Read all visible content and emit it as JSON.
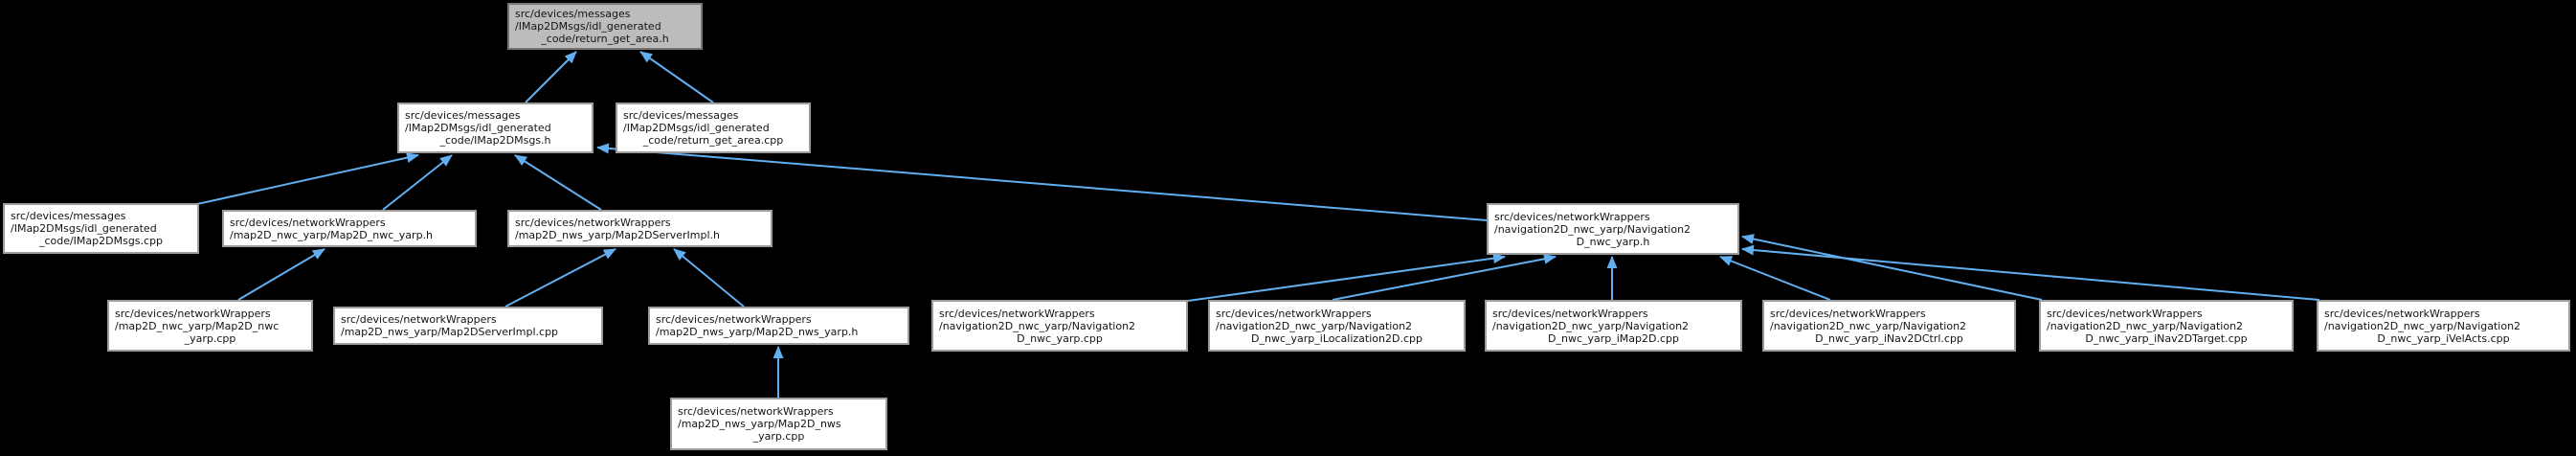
{
  "diagram": {
    "kind": "include-dependency-graph",
    "relation": "includes",
    "colors": {
      "background": "#000000",
      "edge": "#61aff0",
      "node_fill": "#ffffff",
      "node_border": "#9d9d9d",
      "highlight_fill": "#bcbcbc",
      "highlight_border": "#767676",
      "text": "#141414"
    },
    "nodes": [
      {
        "id": "return_get_area_h",
        "highlight": true,
        "path": "src/devices/messages/IMap2DMsgs/idl_generated_code/return_get_area.h",
        "lines": [
          "src/devices/messages",
          "/IMap2DMsgs/idl_generated",
          "_code/return_get_area.h"
        ]
      },
      {
        "id": "imap2dmsgs_h",
        "highlight": false,
        "path": "src/devices/messages/IMap2DMsgs/idl_generated_code/IMap2DMsgs.h",
        "lines": [
          "src/devices/messages",
          "/IMap2DMsgs/idl_generated",
          "_code/IMap2DMsgs.h"
        ]
      },
      {
        "id": "return_get_area_cpp",
        "highlight": false,
        "path": "src/devices/messages/IMap2DMsgs/idl_generated_code/return_get_area.cpp",
        "lines": [
          "src/devices/messages",
          "/IMap2DMsgs/idl_generated",
          "_code/return_get_area.cpp"
        ]
      },
      {
        "id": "imap2dmsgs_cpp",
        "highlight": false,
        "path": "src/devices/messages/IMap2DMsgs/idl_generated_code/IMap2DMsgs.cpp",
        "lines": [
          "src/devices/messages",
          "/IMap2DMsgs/idl_generated",
          "_code/IMap2DMsgs.cpp"
        ]
      },
      {
        "id": "map2d_nwc_yarp_h",
        "highlight": false,
        "path": "src/devices/networkWrappers/map2D_nwc_yarp/Map2D_nwc_yarp.h",
        "lines": [
          "src/devices/networkWrappers",
          "/map2D_nwc_yarp/Map2D_nwc_yarp.h"
        ]
      },
      {
        "id": "map2dserverimpl_h",
        "highlight": false,
        "path": "src/devices/networkWrappers/map2D_nws_yarp/Map2DServerImpl.h",
        "lines": [
          "src/devices/networkWrappers",
          "/map2D_nws_yarp/Map2DServerImpl.h"
        ]
      },
      {
        "id": "navigation2d_nwc_yarp_h",
        "highlight": false,
        "path": "src/devices/networkWrappers/navigation2D_nwc_yarp/Navigation2D_nwc_yarp.h",
        "lines": [
          "src/devices/networkWrappers",
          "/navigation2D_nwc_yarp/Navigation2",
          "D_nwc_yarp.h"
        ]
      },
      {
        "id": "map2d_nwc_yarp_cpp",
        "highlight": false,
        "path": "src/devices/networkWrappers/map2D_nwc_yarp/Map2D_nwc_yarp.cpp",
        "lines": [
          "src/devices/networkWrappers",
          "/map2D_nwc_yarp/Map2D_nwc",
          "_yarp.cpp"
        ]
      },
      {
        "id": "map2dserverimpl_cpp",
        "highlight": false,
        "path": "src/devices/networkWrappers/map2D_nws_yarp/Map2DServerImpl.cpp",
        "lines": [
          "src/devices/networkWrappers",
          "/map2D_nws_yarp/Map2DServerImpl.cpp"
        ]
      },
      {
        "id": "map2d_nws_yarp_h",
        "highlight": false,
        "path": "src/devices/networkWrappers/map2D_nws_yarp/Map2D_nws_yarp.h",
        "lines": [
          "src/devices/networkWrappers",
          "/map2D_nws_yarp/Map2D_nws_yarp.h"
        ]
      },
      {
        "id": "navigation2d_nwc_yarp_cpp",
        "highlight": false,
        "path": "src/devices/networkWrappers/navigation2D_nwc_yarp/Navigation2D_nwc_yarp.cpp",
        "lines": [
          "src/devices/networkWrappers",
          "/navigation2D_nwc_yarp/Navigation2",
          "D_nwc_yarp.cpp"
        ]
      },
      {
        "id": "navigation2d_nwc_yarp_ilocalization2d_cpp",
        "highlight": false,
        "path": "src/devices/networkWrappers/navigation2D_nwc_yarp/Navigation2D_nwc_yarp_iLocalization2D.cpp",
        "lines": [
          "src/devices/networkWrappers",
          "/navigation2D_nwc_yarp/Navigation2",
          "D_nwc_yarp_iLocalization2D.cpp"
        ]
      },
      {
        "id": "navigation2d_nwc_yarp_imap2d_cpp",
        "highlight": false,
        "path": "src/devices/networkWrappers/navigation2D_nwc_yarp/Navigation2D_nwc_yarp_iMap2D.cpp",
        "lines": [
          "src/devices/networkWrappers",
          "/navigation2D_nwc_yarp/Navigation2",
          "D_nwc_yarp_iMap2D.cpp"
        ]
      },
      {
        "id": "navigation2d_nwc_yarp_inav2dctrl_cpp",
        "highlight": false,
        "path": "src/devices/networkWrappers/navigation2D_nwc_yarp/Navigation2D_nwc_yarp_iNav2DCtrl.cpp",
        "lines": [
          "src/devices/networkWrappers",
          "/navigation2D_nwc_yarp/Navigation2",
          "D_nwc_yarp_iNav2DCtrl.cpp"
        ]
      },
      {
        "id": "navigation2d_nwc_yarp_inav2dtarget_cpp",
        "highlight": false,
        "path": "src/devices/networkWrappers/navigation2D_nwc_yarp/Navigation2D_nwc_yarp_iNav2DTarget.cpp",
        "lines": [
          "src/devices/networkWrappers",
          "/navigation2D_nwc_yarp/Navigation2",
          "D_nwc_yarp_iNav2DTarget.cpp"
        ]
      },
      {
        "id": "navigation2d_nwc_yarp_ivelacts_cpp",
        "highlight": false,
        "path": "src/devices/networkWrappers/navigation2D_nwc_yarp/Navigation2D_nwc_yarp_iVelActs.cpp",
        "lines": [
          "src/devices/networkWrappers",
          "/navigation2D_nwc_yarp/Navigation2",
          "D_nwc_yarp_iVelActs.cpp"
        ]
      },
      {
        "id": "map2d_nws_yarp_cpp",
        "highlight": false,
        "path": "src/devices/networkWrappers/map2D_nws_yarp/Map2D_nws_yarp.cpp",
        "lines": [
          "src/devices/networkWrappers",
          "/map2D_nws_yarp/Map2D_nws",
          "_yarp.cpp"
        ]
      }
    ],
    "edges": [
      {
        "from": "imap2dmsgs_h",
        "to": "return_get_area_h"
      },
      {
        "from": "return_get_area_cpp",
        "to": "return_get_area_h"
      },
      {
        "from": "imap2dmsgs_cpp",
        "to": "imap2dmsgs_h"
      },
      {
        "from": "map2d_nwc_yarp_h",
        "to": "imap2dmsgs_h"
      },
      {
        "from": "map2dserverimpl_h",
        "to": "imap2dmsgs_h"
      },
      {
        "from": "navigation2d_nwc_yarp_h",
        "to": "imap2dmsgs_h"
      },
      {
        "from": "map2d_nwc_yarp_cpp",
        "to": "map2d_nwc_yarp_h"
      },
      {
        "from": "map2dserverimpl_cpp",
        "to": "map2dserverimpl_h"
      },
      {
        "from": "map2d_nws_yarp_h",
        "to": "map2dserverimpl_h"
      },
      {
        "from": "map2d_nws_yarp_cpp",
        "to": "map2d_nws_yarp_h"
      },
      {
        "from": "navigation2d_nwc_yarp_cpp",
        "to": "navigation2d_nwc_yarp_h"
      },
      {
        "from": "navigation2d_nwc_yarp_ilocalization2d_cpp",
        "to": "navigation2d_nwc_yarp_h"
      },
      {
        "from": "navigation2d_nwc_yarp_imap2d_cpp",
        "to": "navigation2d_nwc_yarp_h"
      },
      {
        "from": "navigation2d_nwc_yarp_inav2dctrl_cpp",
        "to": "navigation2d_nwc_yarp_h"
      },
      {
        "from": "navigation2d_nwc_yarp_inav2dtarget_cpp",
        "to": "navigation2d_nwc_yarp_h"
      },
      {
        "from": "navigation2d_nwc_yarp_ivelacts_cpp",
        "to": "navigation2d_nwc_yarp_h"
      }
    ]
  }
}
